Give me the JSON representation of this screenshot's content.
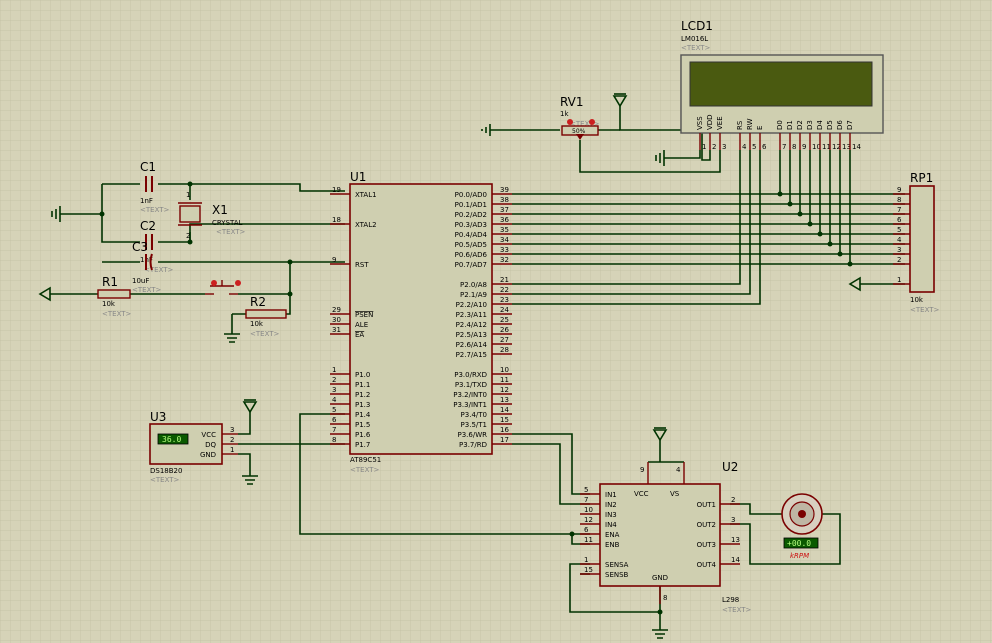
{
  "colors": {
    "background": "#d6d3b8",
    "grid": "#c2bfa3",
    "wire": "#003300",
    "component_outline": "#7a0000",
    "component_fill": "#cfcfb0",
    "lcd_screen": "#4a5a10",
    "display_readout": "#0a5a00"
  },
  "placeholder_text": "<TEXT>",
  "u1": {
    "ref": "U1",
    "part": "AT89C51",
    "left_pins": [
      {
        "num": "19",
        "name": "XTAL1"
      },
      {
        "num": "18",
        "name": "XTAL2"
      },
      {
        "num": "9",
        "name": "RST"
      },
      {
        "num": "29",
        "name": "PSEN"
      },
      {
        "num": "30",
        "name": "ALE"
      },
      {
        "num": "31",
        "name": "EA"
      },
      {
        "num": "1",
        "name": "P1.0"
      },
      {
        "num": "2",
        "name": "P1.1"
      },
      {
        "num": "3",
        "name": "P1.2"
      },
      {
        "num": "4",
        "name": "P1.3"
      },
      {
        "num": "5",
        "name": "P1.4"
      },
      {
        "num": "6",
        "name": "P1.5"
      },
      {
        "num": "7",
        "name": "P1.6"
      },
      {
        "num": "8",
        "name": "P1.7"
      }
    ],
    "right_pins": [
      {
        "num": "39",
        "name": "P0.0/AD0"
      },
      {
        "num": "38",
        "name": "P0.1/AD1"
      },
      {
        "num": "37",
        "name": "P0.2/AD2"
      },
      {
        "num": "36",
        "name": "P0.3/AD3"
      },
      {
        "num": "35",
        "name": "P0.4/AD4"
      },
      {
        "num": "34",
        "name": "P0.5/AD5"
      },
      {
        "num": "33",
        "name": "P0.6/AD6"
      },
      {
        "num": "32",
        "name": "P0.7/AD7"
      },
      {
        "num": "21",
        "name": "P2.0/A8"
      },
      {
        "num": "22",
        "name": "P2.1/A9"
      },
      {
        "num": "23",
        "name": "P2.2/A10"
      },
      {
        "num": "24",
        "name": "P2.3/A11"
      },
      {
        "num": "25",
        "name": "P2.4/A12"
      },
      {
        "num": "26",
        "name": "P2.5/A13"
      },
      {
        "num": "27",
        "name": "P2.6/A14"
      },
      {
        "num": "28",
        "name": "P2.7/A15"
      },
      {
        "num": "10",
        "name": "P3.0/RXD"
      },
      {
        "num": "11",
        "name": "P3.1/TXD"
      },
      {
        "num": "12",
        "name": "P3.2/INT0"
      },
      {
        "num": "13",
        "name": "P3.3/INT1"
      },
      {
        "num": "14",
        "name": "P3.4/T0"
      },
      {
        "num": "15",
        "name": "P3.5/T1"
      },
      {
        "num": "16",
        "name": "P3.6/WR"
      },
      {
        "num": "17",
        "name": "P3.7/RD"
      }
    ]
  },
  "lcd": {
    "ref": "LCD1",
    "part": "LM016L",
    "pins": [
      {
        "num": "1",
        "name": "VSS"
      },
      {
        "num": "2",
        "name": "VDD"
      },
      {
        "num": "3",
        "name": "VEE"
      },
      {
        "num": "4",
        "name": "RS"
      },
      {
        "num": "5",
        "name": "RW"
      },
      {
        "num": "6",
        "name": "E"
      },
      {
        "num": "7",
        "name": "D0"
      },
      {
        "num": "8",
        "name": "D1"
      },
      {
        "num": "9",
        "name": "D2"
      },
      {
        "num": "10",
        "name": "D3"
      },
      {
        "num": "11",
        "name": "D4"
      },
      {
        "num": "12",
        "name": "D5"
      },
      {
        "num": "13",
        "name": "D6"
      },
      {
        "num": "14",
        "name": "D7"
      }
    ]
  },
  "rv1": {
    "ref": "RV1",
    "value": "1k",
    "badge": "50%"
  },
  "c1": {
    "ref": "C1",
    "value": "1nF"
  },
  "c2": {
    "ref": "C2",
    "value": "1nF"
  },
  "c3": {
    "ref": "C3",
    "value": "10uF"
  },
  "x1": {
    "ref": "X1",
    "part": "CRYSTAL"
  },
  "r1": {
    "ref": "R1",
    "value": "10k"
  },
  "r2": {
    "ref": "R2",
    "value": "10k"
  },
  "rp1": {
    "ref": "RP1",
    "value": "10k",
    "pins": [
      "9",
      "8",
      "7",
      "6",
      "5",
      "4",
      "3",
      "2",
      "1"
    ]
  },
  "u3": {
    "ref": "U3",
    "part": "DS18B20",
    "readout": "36.0",
    "pins": [
      {
        "num": "3",
        "name": "VCC"
      },
      {
        "num": "2",
        "name": "DQ"
      },
      {
        "num": "1",
        "name": "GND"
      }
    ]
  },
  "u2": {
    "ref": "U2",
    "part": "L298",
    "top_pins": [
      {
        "num": "9",
        "name": "VCC"
      },
      {
        "num": "4",
        "name": "VS"
      }
    ],
    "left_pins": [
      {
        "num": "5",
        "name": "IN1"
      },
      {
        "num": "7",
        "name": "IN2"
      },
      {
        "num": "10",
        "name": "IN3"
      },
      {
        "num": "12",
        "name": "IN4"
      },
      {
        "num": "6",
        "name": "ENA"
      },
      {
        "num": "11",
        "name": "ENB"
      },
      {
        "num": "1",
        "name": "SENSA"
      },
      {
        "num": "15",
        "name": "SENSB"
      }
    ],
    "right_pins": [
      {
        "num": "2",
        "name": "OUT1"
      },
      {
        "num": "3",
        "name": "OUT2"
      },
      {
        "num": "13",
        "name": "OUT3"
      },
      {
        "num": "14",
        "name": "OUT4"
      }
    ],
    "gnd_pin": {
      "num": "8",
      "name": "GND"
    }
  },
  "motor": {
    "readout": "+00.0",
    "unit": "kRPM"
  }
}
